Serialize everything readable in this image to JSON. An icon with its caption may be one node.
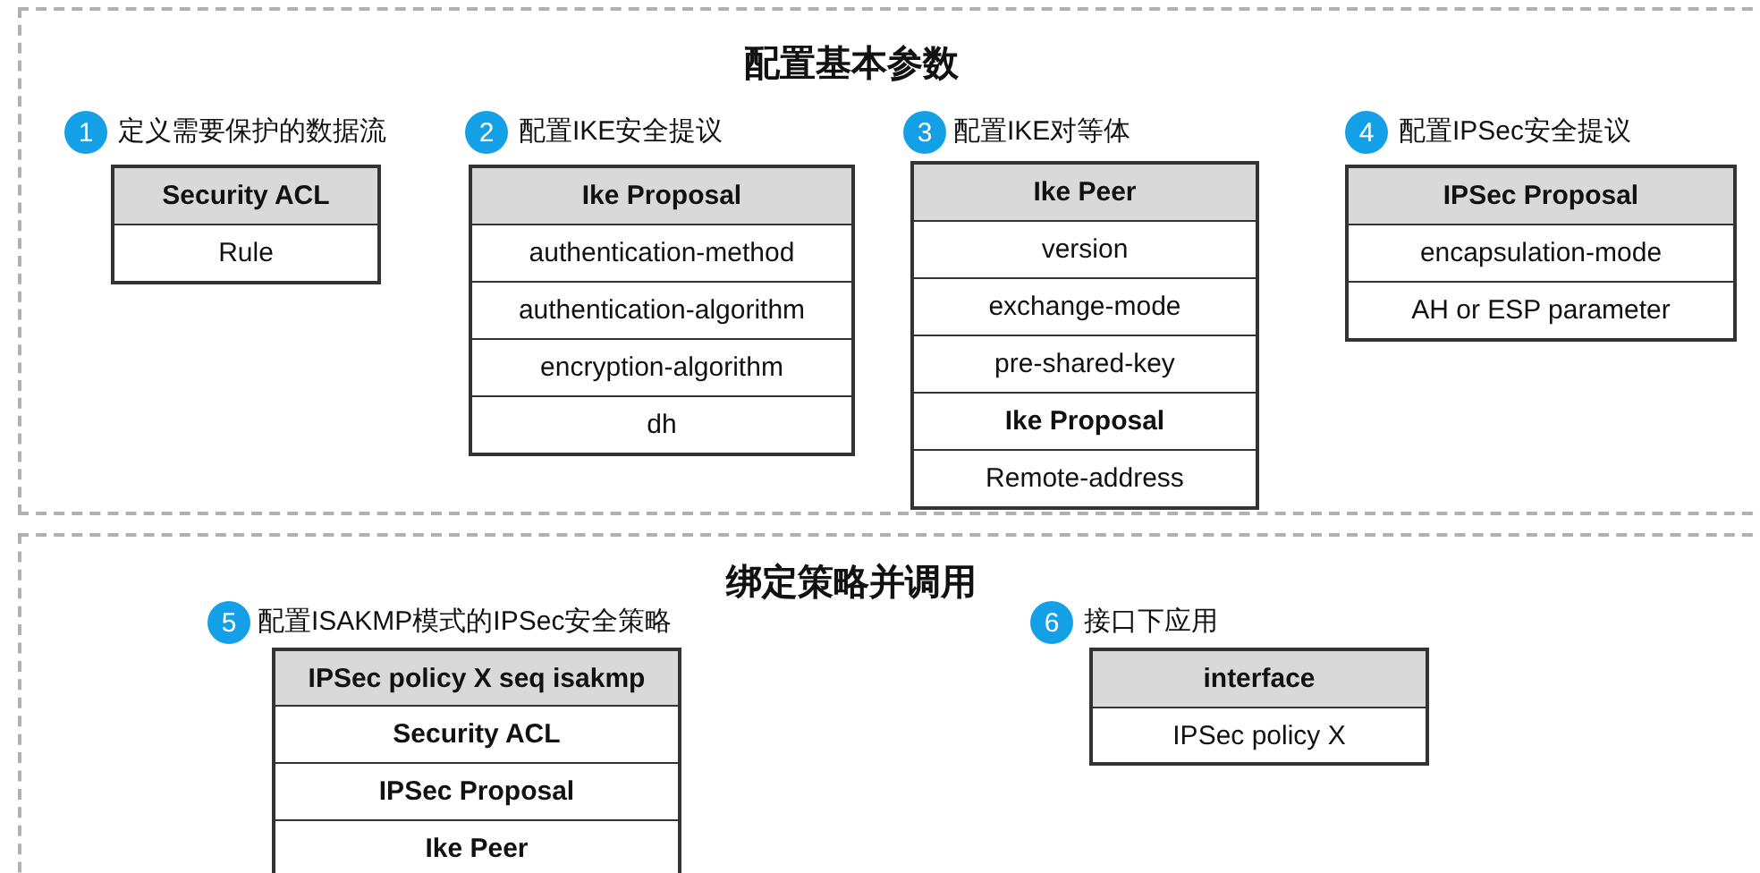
{
  "diagram": {
    "nodes": [
      {
        "text": [
          "配置基本参数"
        ]
      },
      {
        "text": [
          "Security ACL",
          "Rule"
        ],
        "in": 0,
        "beside": [
          "1",
          "定义需要保护的数据流"
        ]
      },
      {
        "text": [
          "Ike Proposal",
          "authentication-method",
          "authentication-algorithm",
          "encryption-algorithm",
          "dh"
        ],
        "in": 0,
        "beside": [
          "2",
          "配置IKE安全提议"
        ]
      },
      {
        "text": [
          "Ike Peer",
          "version",
          "exchange-mode",
          "pre-shared-key",
          "Ike Proposal",
          "Remote-address"
        ],
        "in": 0,
        "beside": [
          "3",
          "配置IKE对等体"
        ]
      },
      {
        "text": [
          "IPSec Proposal",
          "encapsulation-mode",
          "AH or ESP parameter"
        ],
        "in": 0,
        "beside": [
          "4",
          "配置IPSec安全提议"
        ]
      },
      {
        "text": [
          "绑定策略并调用"
        ]
      },
      {
        "text": [
          "IPSec policy X seq isakmp",
          "Security ACL",
          "IPSec Proposal",
          "Ike Peer"
        ],
        "in": 5,
        "beside": [
          "5",
          "配置ISAKMP模式的IPSec安全策略"
        ]
      },
      {
        "text": [
          "interface",
          "IPSec policy X"
        ],
        "in": 5,
        "beside": [
          "6",
          "接口下应用"
        ]
      }
    ]
  }
}
